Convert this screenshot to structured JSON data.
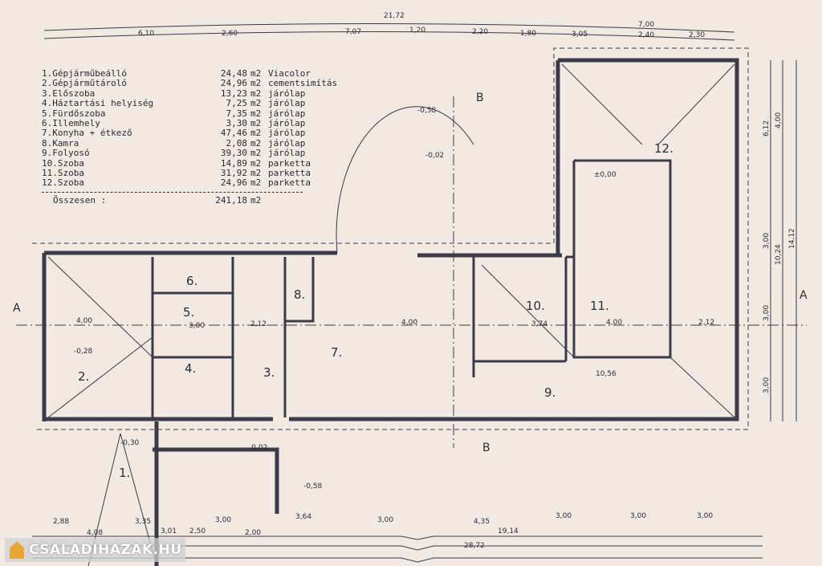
{
  "legend": {
    "rooms": [
      {
        "name": "1.Gépjárműbeálló",
        "area": "24,48",
        "unit": "m2",
        "floor": "Viacolor"
      },
      {
        "name": "2.Gépjárműtároló",
        "area": "24,96",
        "unit": "m2",
        "floor": "cementsimítás"
      },
      {
        "name": "3.Előszoba",
        "area": "13,23",
        "unit": "m2",
        "floor": "járólap"
      },
      {
        "name": "4.Háztartási helyiség",
        "area": "7,25",
        "unit": "m2",
        "floor": "járólap"
      },
      {
        "name": "5.Fürdőszoba",
        "area": "7,35",
        "unit": "m2",
        "floor": "járólap"
      },
      {
        "name": "6.Illemhely",
        "area": "3,30",
        "unit": "m2",
        "floor": "járólap"
      },
      {
        "name": "7.Konyha + étkező",
        "area": "47,46",
        "unit": "m2",
        "floor": "járólap"
      },
      {
        "name": "8.Kamra",
        "area": "2,08",
        "unit": "m2",
        "floor": "járólap"
      },
      {
        "name": "9.Folyosó",
        "area": "39,30",
        "unit": "m2",
        "floor": "járólap"
      },
      {
        "name": "10.Szoba",
        "area": "14,89",
        "unit": "m2",
        "floor": "parketta"
      },
      {
        "name": "11.Szoba",
        "area": "31,92",
        "unit": "m2",
        "floor": "parketta"
      },
      {
        "name": "12.Szoba",
        "area": "24,96",
        "unit": "m2",
        "floor": "parketta"
      }
    ],
    "total_label": "Összesen :",
    "total_area": "241,18",
    "total_unit": "m2"
  },
  "room_labels": [
    "1.",
    "2.",
    "3.",
    "4.",
    "5.",
    "6.",
    "7.",
    "8.",
    "9.",
    "10.",
    "11.",
    "12."
  ],
  "section_labels": {
    "a_left": "A",
    "a_right": "A",
    "b_top": "B",
    "b_bottom": "B"
  },
  "dimensions": {
    "top_total": "21,72",
    "top_wing": "7,00",
    "top": [
      "6,10",
      "2,60",
      "7,07",
      "1,20",
      "2,20",
      "1,80",
      "3,05",
      "2,40",
      "2,30"
    ],
    "interior": [
      "4,00",
      "3,00",
      "2,12",
      "4,00",
      "3,74",
      "4,00",
      "2,12",
      "10,56"
    ],
    "bottom_row1": [
      "2,88",
      "3,35",
      "3,00",
      "3,64",
      "3,00",
      "4,35",
      "3,00",
      "3,00",
      "3,00"
    ],
    "bottom_row2": [
      "4,08",
      "3,01",
      "2,50",
      "2,00",
      "19,14"
    ],
    "bottom_total": "28,72",
    "right": [
      "6,12",
      "4,00",
      "10,24",
      "14,12",
      "3,00",
      "3,00",
      "3,00"
    ],
    "levels": [
      "-0,58",
      "-0,02",
      "±0,00",
      "-0,28",
      "-0,30",
      "-0,02",
      "-0,58"
    ]
  },
  "watermark": "CSALADIHAZAK.HU"
}
